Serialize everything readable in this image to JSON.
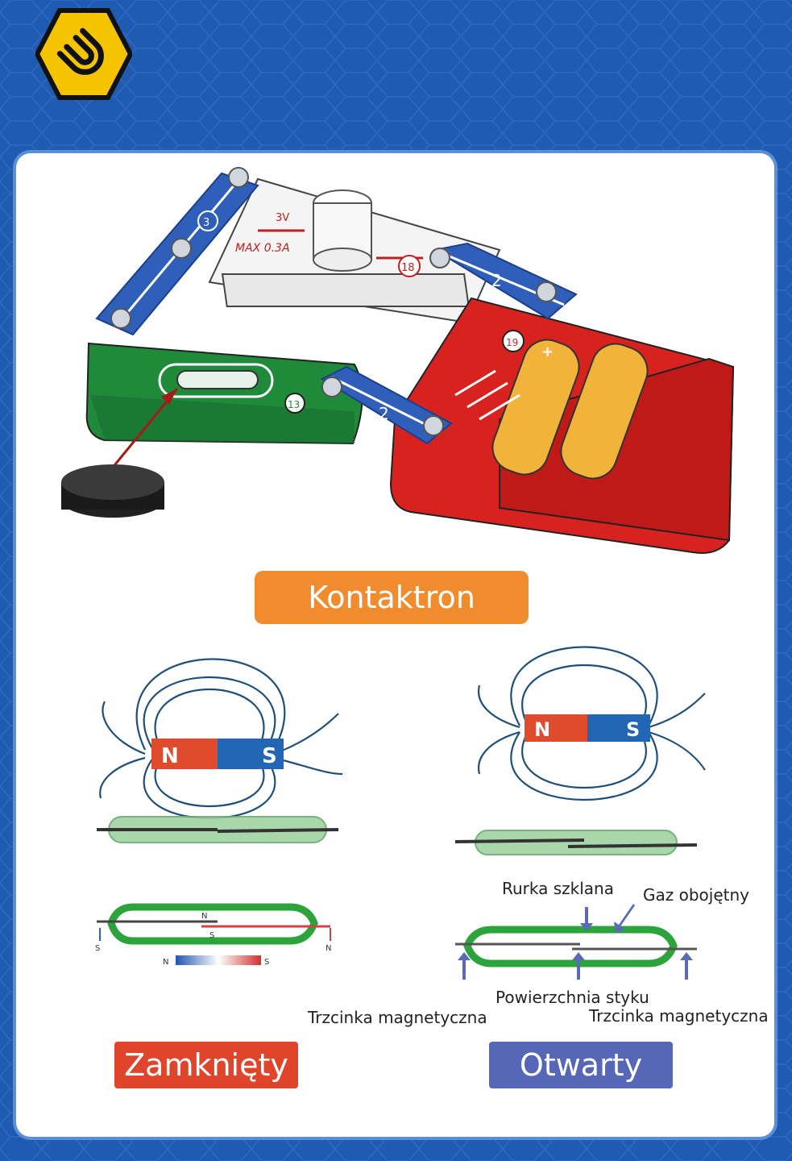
{
  "logo": {
    "icon": "magnet-icon",
    "color": "#f5c400"
  },
  "circuit": {
    "voltage_label": "3V",
    "current_label": "MAX 0.3A",
    "wire_left_number": "3",
    "wire_top_number": "2",
    "wire_bottom_number": "2",
    "lamp_number": "18",
    "reed_number": "13",
    "battery_number": "19",
    "battery_plus": "+"
  },
  "title": "Kontaktron",
  "magnet_left": {
    "north": "N",
    "south": "S"
  },
  "magnet_right": {
    "north": "N",
    "south": "S"
  },
  "closed_diagram": {
    "top_n": "N",
    "middle_s": "S",
    "left_s": "S",
    "right_n": "N",
    "bar_n": "N",
    "bar_s": "S"
  },
  "labels": {
    "glass_tube": "Rurka szklana",
    "inert_gas": "Gaz obojętny",
    "contact_surface": "Powierzchnia styku",
    "reed_left": "Trzcinka magnetyczna",
    "reed_right": "Trzcinka magnetyczna"
  },
  "state_closed": "Zamknięty",
  "state_open": "Otwarty",
  "colors": {
    "orange": "#f08c2d",
    "red": "#e0452b",
    "purple": "#5567b6",
    "blue_bg": "#1f5bb0"
  }
}
